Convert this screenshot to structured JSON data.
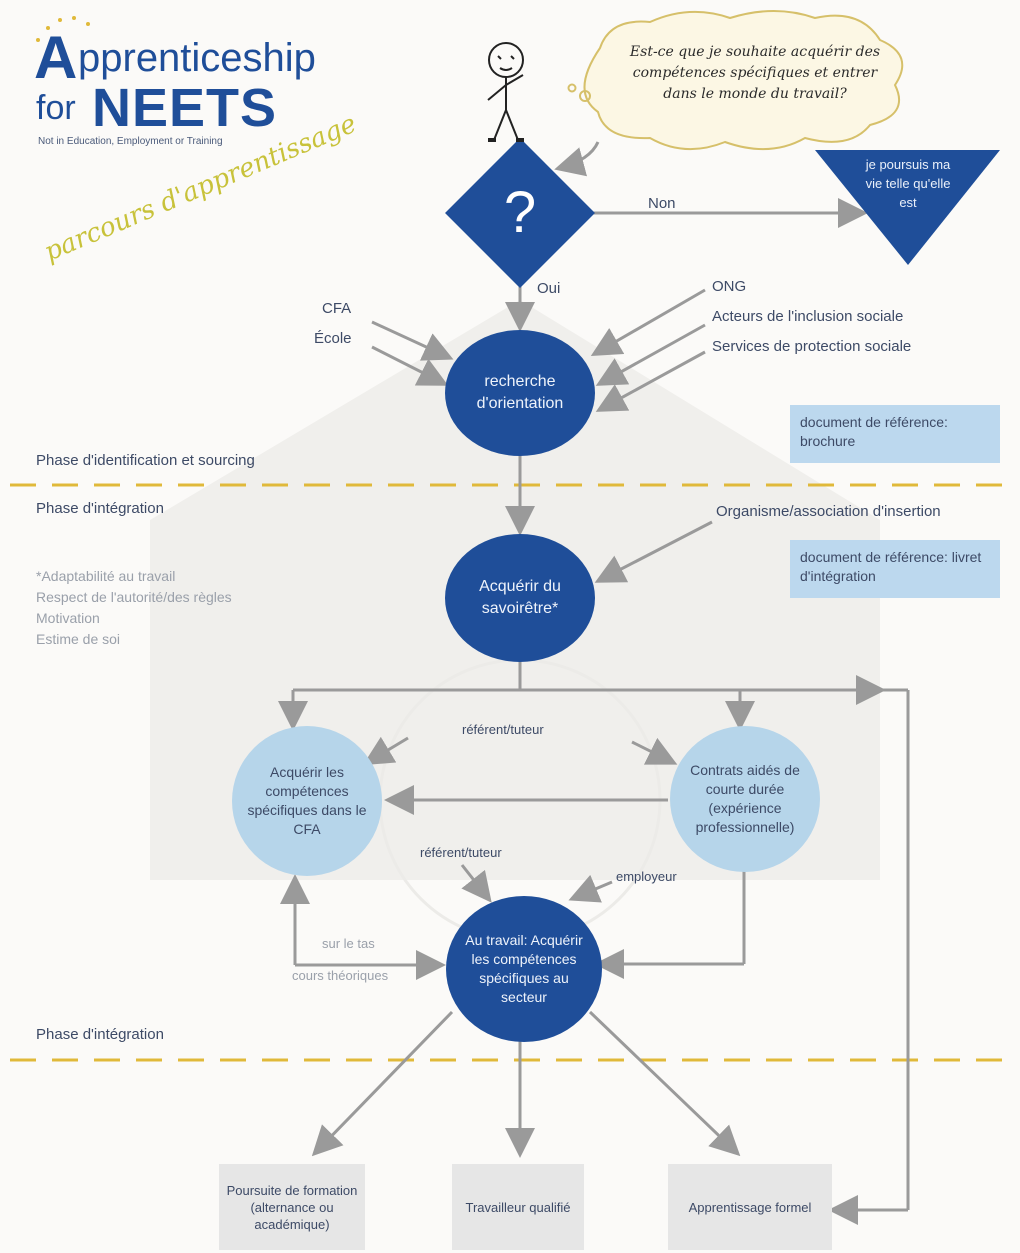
{
  "logo": {
    "word1": "pprenticeship",
    "letter": "A",
    "for": "for",
    "brand": "NEETS",
    "tagline": "Not in Education, Employment or Training"
  },
  "title_handwritten": "parcours d'apprentissage",
  "thought_bubble": "Est-ce que je souhaite acquérir des compétences spécifiques et entrer dans le monde du travail?",
  "decision": {
    "symbol": "?",
    "no_label": "Non",
    "yes_label": "Oui",
    "no_outcome": "je poursuis ma vie telle qu'elle est"
  },
  "sources": {
    "left": [
      "CFA",
      "École"
    ],
    "right": [
      "ONG",
      "Acteurs de l'inclusion sociale",
      "Services de protection sociale"
    ]
  },
  "nodes": {
    "orientation": "recherche d'orientation",
    "savoir_etre": "Acquérir du savoirêtre*",
    "cfa": "Acquérir les compétences spécifiques dans le CFA",
    "contrats": "Contrats aidés de courte durée (expérience professionnelle)",
    "travail": "Au travail: Acquérir les compétences spécifiques au secteur"
  },
  "docs": {
    "doc1": "document de référence: brochure",
    "doc2": "document de référence: livret d'intégration"
  },
  "phases": {
    "identification": "Phase d'identification et sourcing",
    "integration1": "Phase d'intégration",
    "integration2": "Phase d'intégration"
  },
  "labels": {
    "organisme": "Organisme/association d'insertion",
    "referent1": "référent/tuteur",
    "referent2": "référent/tuteur",
    "employeur": "employeur",
    "sur_le_tas": "sur le tas",
    "cours": "cours théoriques"
  },
  "footnote": [
    "*Adaptabilité au travail",
    "Respect de l'autorité/des règles",
    "Motivation",
    "Estime de soi"
  ],
  "outcomes": [
    "Poursuite de formation (alternance ou académique)",
    "Travailleur qualifié",
    "Apprentissage formel"
  ],
  "colors": {
    "dark_blue": "#1f4e99",
    "light_blue": "#b6d5ea",
    "gold_dash": "#e0b93a",
    "arrow_grey": "#9a9a9a",
    "handwriting_yellow": "#c8c23a"
  }
}
